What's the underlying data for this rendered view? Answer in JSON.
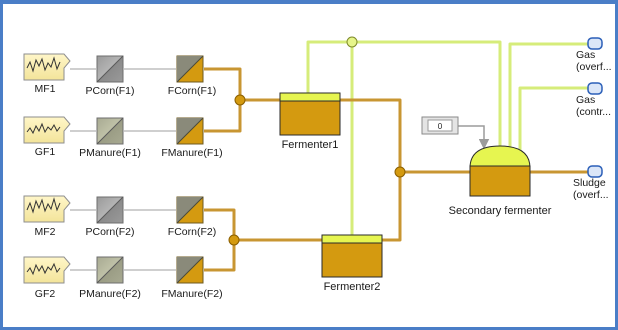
{
  "diagram": {
    "sources": [
      {
        "id": "MF1",
        "label": "MF1"
      },
      {
        "id": "GF1",
        "label": "GF1"
      },
      {
        "id": "MF2",
        "label": "MF2"
      },
      {
        "id": "GF2",
        "label": "GF2"
      }
    ],
    "converters": [
      {
        "id": "PCorn-F1",
        "label": "PCorn(F1)"
      },
      {
        "id": "PManure-F1",
        "label": "PManure(F1)"
      },
      {
        "id": "PCorn-F2",
        "label": "PCorn(F2)"
      },
      {
        "id": "PManure-F2",
        "label": "PManure(F2)"
      }
    ],
    "feeders": [
      {
        "id": "FCorn-F1",
        "label": "FCorn(F1)"
      },
      {
        "id": "FManure-F1",
        "label": "FManure(F1)"
      },
      {
        "id": "FCorn-F2",
        "label": "FCorn(F2)"
      },
      {
        "id": "FManure-F2",
        "label": "FManure(F2)"
      }
    ],
    "fermenters": [
      {
        "id": "Fermenter1",
        "label": "Fermenter1"
      },
      {
        "id": "Fermenter2",
        "label": "Fermenter2"
      }
    ],
    "secondary": {
      "label": "Secondary fermenter"
    },
    "constant": {
      "value": "0"
    },
    "outputs": [
      {
        "id": "gas-overflow",
        "line1": "Gas",
        "line2": "(overf..."
      },
      {
        "id": "gas-control",
        "line1": "Gas",
        "line2": "(contr..."
      },
      {
        "id": "sludge-overflow",
        "line1": "Sludge",
        "line2": "(overf..."
      }
    ],
    "colors": {
      "frame": "#4a7ec7",
      "liquid_flow": "#c89632",
      "gas_flow": "#d8ee80",
      "signal_flow": "#c4c4c4",
      "tank_liquid": "#d49a10",
      "tank_gas": "#e6f550",
      "output_port": "#2b5fb8"
    }
  }
}
